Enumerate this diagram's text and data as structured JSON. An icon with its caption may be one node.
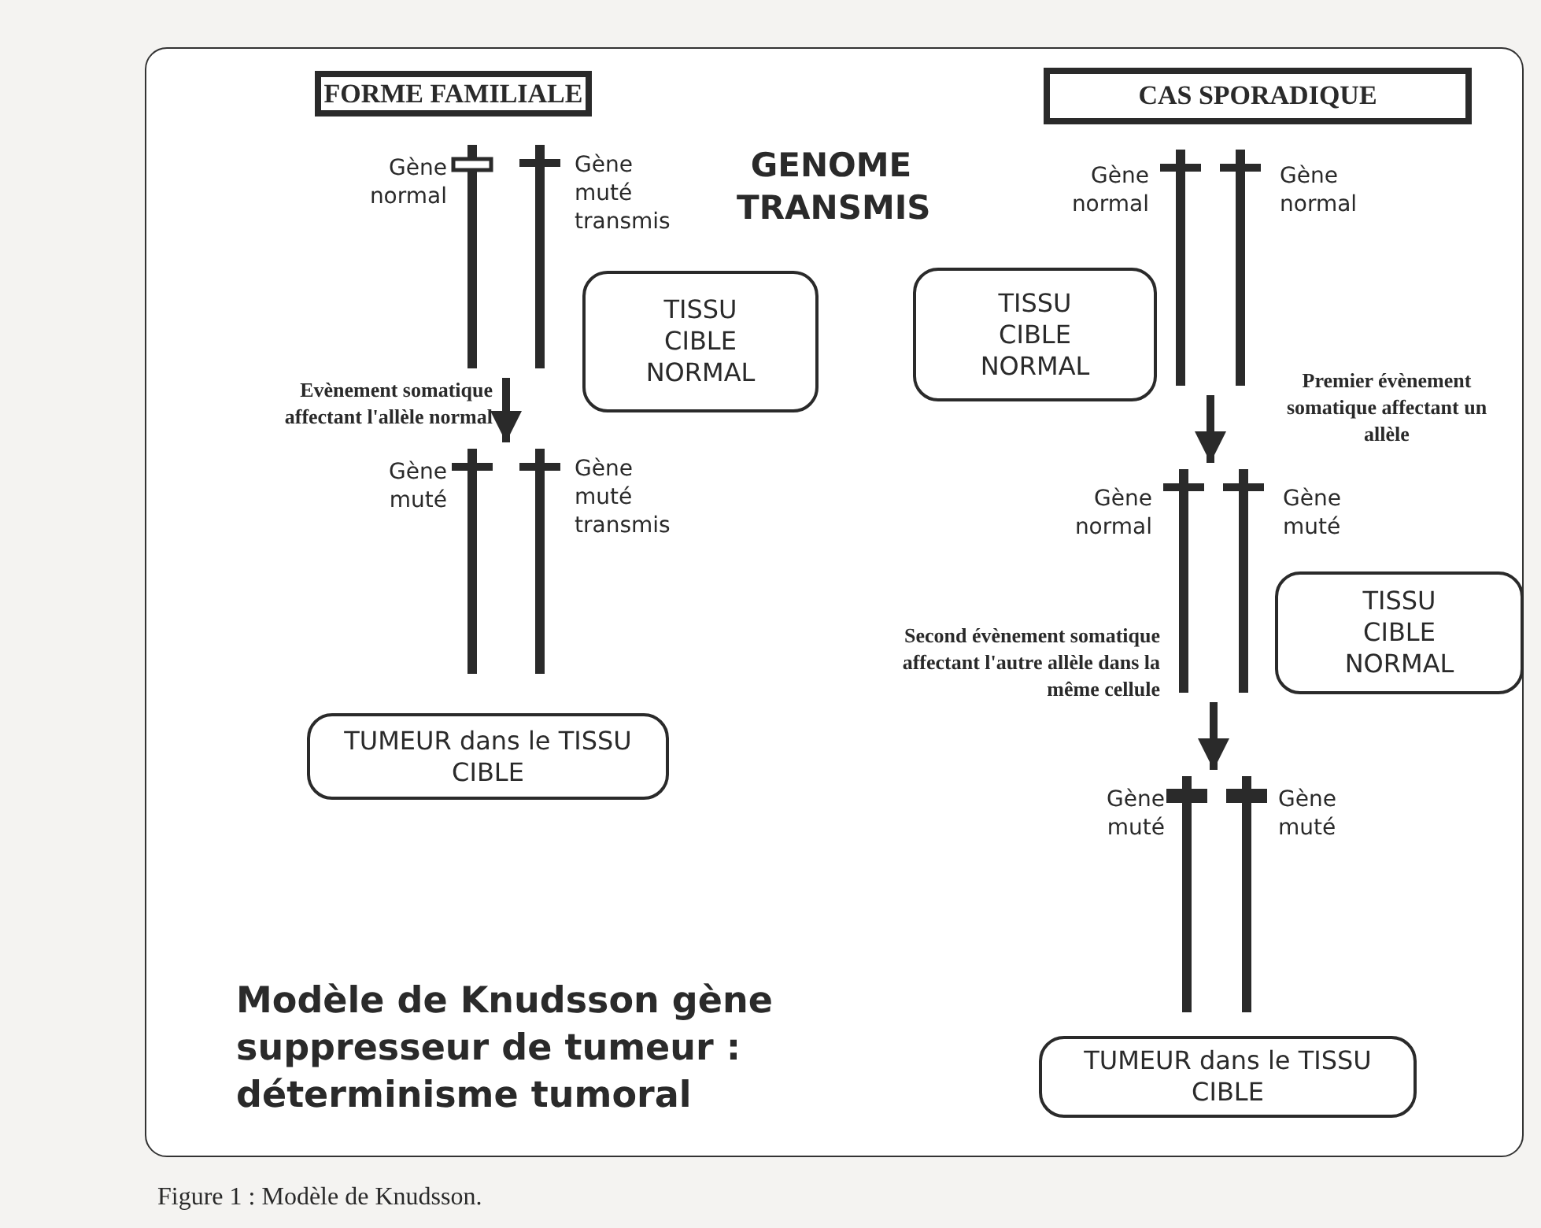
{
  "diagram": {
    "title": "Modèle de Knudsson gène suppresseur de tumeur : déterminisme tumoral",
    "caption": "Figure 1 : Modèle de Knudsson.",
    "nodes": [
      {
        "text": [
          "FORME FAMILIALE"
        ]
      },
      {
        "text": [],
        "shape": "picture",
        "beside": [
          "Gène normal",
          "Gène muté transmis"
        ]
      },
      {
        "text": [
          "TISSU CIBLE NORMAL"
        ]
      },
      {
        "text": [],
        "shape": "picture",
        "beside": [
          "Gène muté",
          "Gène muté transmis"
        ]
      },
      {
        "text": [
          "TUMEUR dans le TISSU CIBLE"
        ]
      },
      {
        "text": [
          "CAS SPORADIQUE"
        ]
      },
      {
        "text": [],
        "shape": "picture",
        "beside": [
          "Gène normal",
          "Gène normal"
        ]
      },
      {
        "text": [
          "TISSU CIBLE NORMAL"
        ]
      },
      {
        "text": [],
        "shape": "picture",
        "beside": [
          "Gène normal",
          "Gène muté"
        ]
      },
      {
        "text": [
          "TISSU CIBLE NORMAL"
        ]
      },
      {
        "text": [],
        "shape": "picture",
        "beside": [
          "Gène muté",
          "Gène muté"
        ]
      },
      {
        "text": [
          "TUMEUR dans le TISSU CIBLE"
        ]
      }
    ],
    "edges": [
      {
        "from": 1,
        "to": 3,
        "arrow": "to",
        "label": "Evènement somatique affectant l'allèle normal"
      },
      {
        "from": 6,
        "to": 8,
        "arrow": "to",
        "label": "Premier évènement somatique affectant un allèle"
      },
      {
        "from": 8,
        "to": 10,
        "arrow": "to",
        "label": "Second évènement somatique affectant l'autre allèle dans la même cellule"
      }
    ],
    "labels": [
      "GENOME TRANSMIS"
    ]
  }
}
